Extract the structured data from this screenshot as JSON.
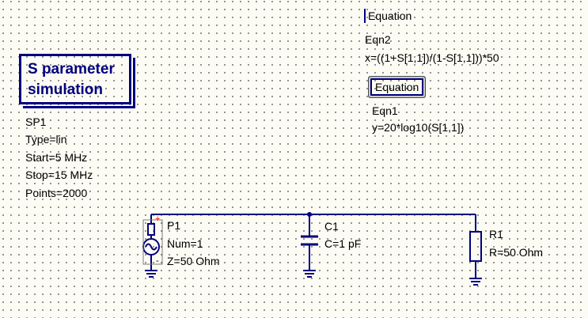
{
  "simulation": {
    "title": "S parameter\nsimulation",
    "name": "SP1",
    "type": "Type=lin",
    "start": "Start=5 MHz",
    "stop": "Stop=15 MHz",
    "points": "Points=2000"
  },
  "equations": [
    {
      "header": "Equation",
      "name": "Eqn2",
      "expr": "x=((1+S[1,1])/(1-S[1,1]))*50"
    },
    {
      "header": "Equation",
      "name": "Eqn1",
      "expr": "y=20*log10(S[1,1])"
    }
  ],
  "port": {
    "name": "P1",
    "num": "Num=1",
    "impedance": "Z=50 Ohm",
    "plus": "+",
    "minus": "-"
  },
  "capacitor": {
    "name": "C1",
    "value": "C=1 pF"
  },
  "resistor": {
    "name": "R1",
    "value": "R=50 Ohm"
  },
  "colors": {
    "wire": "#000080",
    "component": "#000080",
    "port_plus": "#ff0000",
    "background": "#fdfcf4"
  }
}
